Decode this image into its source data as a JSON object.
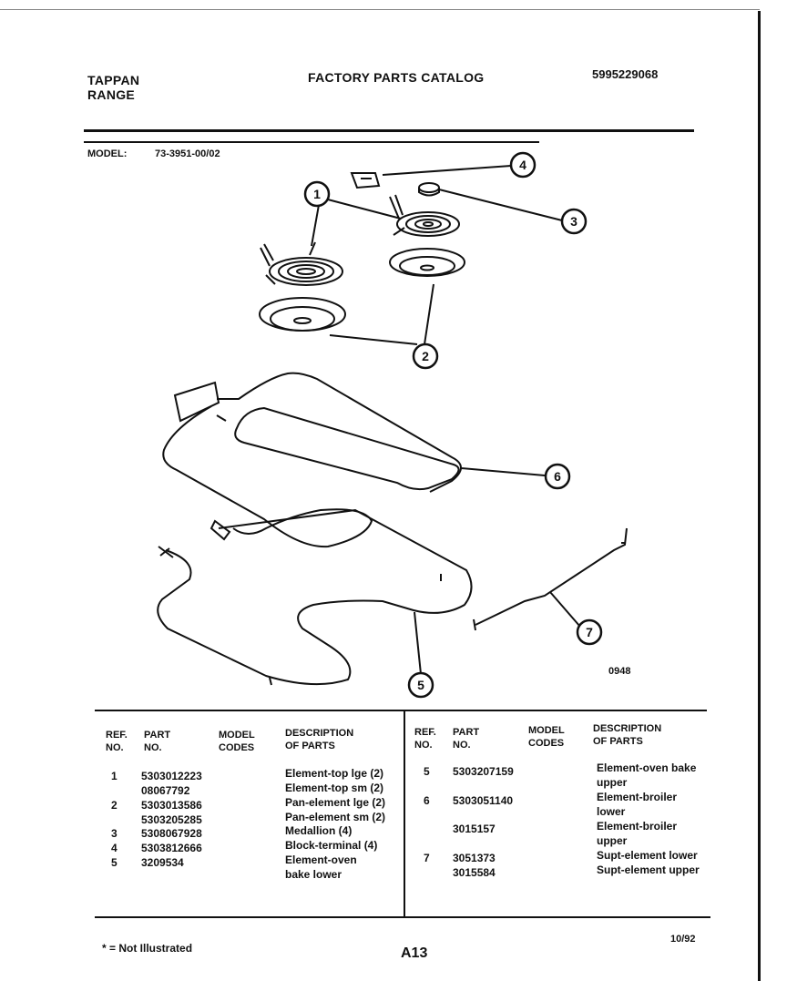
{
  "header": {
    "brand_line1": "TAPPAN",
    "brand_line2": "RANGE",
    "title": "FACTORY PARTS CATALOG",
    "doc_number": "5995229068"
  },
  "model": {
    "label": "MODEL:",
    "value": "73-3951-00/02"
  },
  "diagram": {
    "callouts": [
      "1",
      "2",
      "3",
      "4",
      "5",
      "6",
      "7"
    ],
    "figure_number": "0948"
  },
  "table": {
    "headers": {
      "ref_line1": "REF.",
      "ref_line2": "NO.",
      "part_line1": "PART",
      "part_line2": "NO.",
      "model_line1": "MODEL",
      "model_line2": "CODES",
      "desc_line1": "DESCRIPTION",
      "desc_line2": "OF PARTS"
    },
    "left_rows": [
      {
        "ref": "1",
        "part": "5303012223",
        "desc": "Element-top lge (2)"
      },
      {
        "ref": "",
        "part": "08067792",
        "desc": "Element-top sm (2)"
      },
      {
        "ref": "2",
        "part": "5303013586",
        "desc": "Pan-element lge (2)"
      },
      {
        "ref": "",
        "part": "5303205285",
        "desc": "Pan-element sm (2)"
      },
      {
        "ref": "3",
        "part": "5308067928",
        "desc": "Medallion (4)"
      },
      {
        "ref": "4",
        "part": "5303812666",
        "desc": "Block-terminal (4)"
      },
      {
        "ref": "5",
        "part": "3209534",
        "desc": "Element-oven"
      },
      {
        "ref": "",
        "part": "",
        "desc": "bake lower"
      }
    ],
    "right_rows": [
      {
        "ref": "5",
        "part": "5303207159",
        "desc": "Element-oven bake"
      },
      {
        "ref": "",
        "part": "",
        "desc": "upper"
      },
      {
        "ref": "6",
        "part": "5303051140",
        "desc": "Element-broiler"
      },
      {
        "ref": "",
        "part": "",
        "desc": "lower"
      },
      {
        "ref": "",
        "part": "3015157",
        "desc": "Element-broiler"
      },
      {
        "ref": "",
        "part": "",
        "desc": "upper"
      },
      {
        "ref": "7",
        "part": "3051373",
        "desc": "Supt-element lower"
      },
      {
        "ref": "",
        "part": "3015584",
        "desc": "Supt-element upper"
      }
    ]
  },
  "footer": {
    "footnote": "* = Not Illustrated",
    "page": "A13",
    "date": "10/92"
  }
}
